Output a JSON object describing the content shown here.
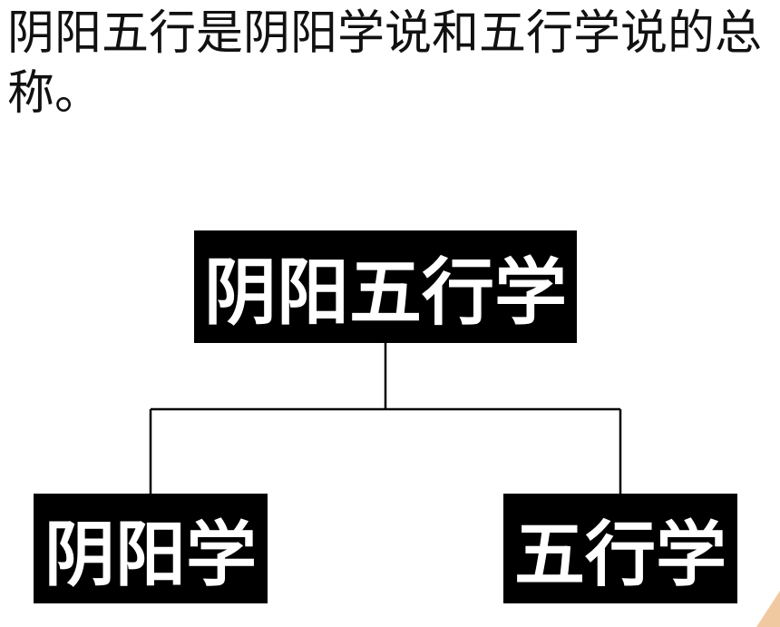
{
  "intro_text": "阴阳五行是阴阳学说和五行学说的总称。",
  "diagram": {
    "root": {
      "label": "阴阳五行学"
    },
    "children": [
      {
        "label": "阴阳学"
      },
      {
        "label": "五行学"
      }
    ]
  },
  "colors": {
    "node_fill": "#000000",
    "node_text": "#ffffff",
    "line": "#000000",
    "corner_accent": "#f0c9a0"
  }
}
